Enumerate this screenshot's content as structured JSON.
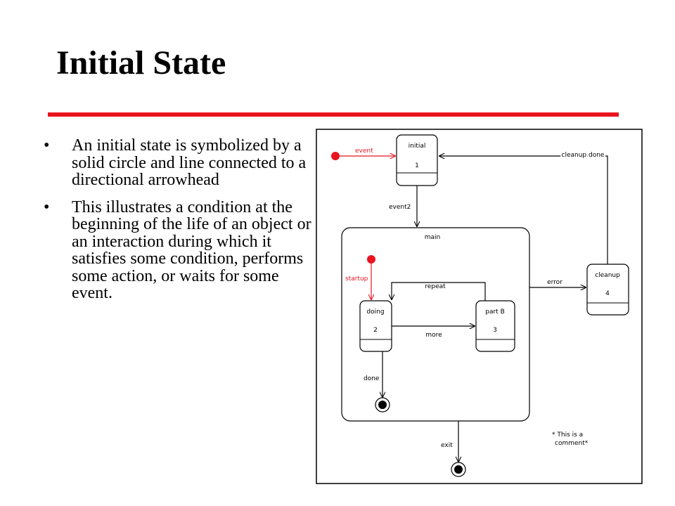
{
  "slide": {
    "title": "Initial State",
    "accent_color": "#e8141e"
  },
  "bullets": [
    "An initial state is symbolized by a solid circle and line connected to a directional arrowhead",
    "This illustrates a condition at the beginning of the life of an object or an interaction during which it satisfies some condition, performs some action, or waits for some event."
  ],
  "bullet_glyph": "•",
  "diagram": {
    "states": {
      "initial": {
        "name": "initial",
        "number": "1"
      },
      "doing": {
        "name": "doing",
        "number": "2"
      },
      "partb": {
        "name": "part B",
        "number": "3"
      },
      "cleanup": {
        "name": "cleanup",
        "number": "4"
      },
      "main": {
        "name": "main"
      }
    },
    "transitions": {
      "event": "event",
      "event2": "event2",
      "cleanup_done": "cleanup done",
      "startup": "startup",
      "repeat": "repeat",
      "more": "more",
      "error": "error",
      "done": "done",
      "exit": "exit"
    },
    "comment": [
      "* This is a",
      "comment*"
    ]
  }
}
